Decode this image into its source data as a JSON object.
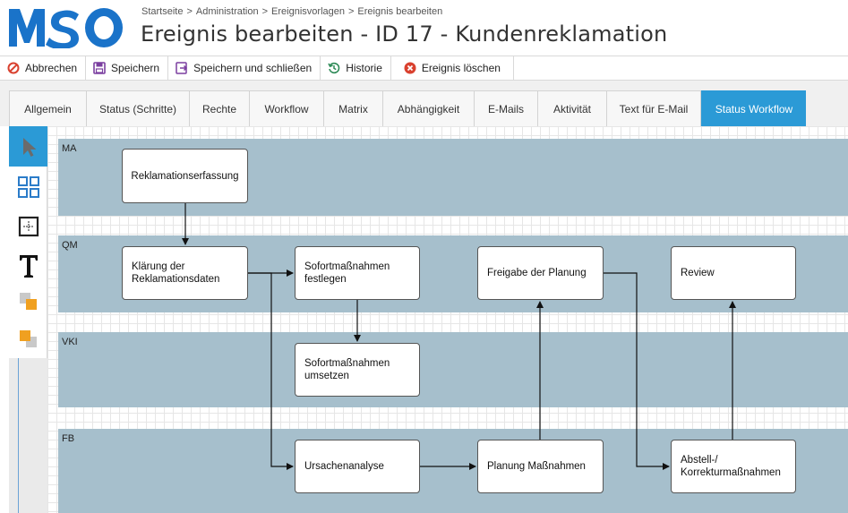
{
  "header": {
    "breadcrumb": [
      "Startseite",
      "Administration",
      "Ereignisvorlagen",
      "Ereignis bearbeiten"
    ],
    "breadcrumb_sep": ">",
    "title": "Ereignis bearbeiten - ID 17 - Kundenreklamation",
    "logo_text": "MSO",
    "brand_color": "#1a73c9"
  },
  "toolbar": {
    "cancel": "Abbrechen",
    "save": "Speichern",
    "save_close": "Speichern und schließen",
    "history": "Historie",
    "delete": "Ereignis löschen"
  },
  "tabs": [
    {
      "label": "Allgemein"
    },
    {
      "label": "Status (Schritte)"
    },
    {
      "label": "Rechte"
    },
    {
      "label": "Workflow"
    },
    {
      "label": "Matrix"
    },
    {
      "label": "Abhängigkeit"
    },
    {
      "label": "E-Mails"
    },
    {
      "label": "Aktivität"
    },
    {
      "label": "Text für E-Mail"
    },
    {
      "label": "Status Workflow",
      "active": true
    }
  ],
  "palette": [
    "pointer-icon",
    "grid-icon",
    "box-icon",
    "text-icon",
    "layers-icon",
    "layers-alt-icon"
  ],
  "lanes": [
    "MA",
    "QM",
    "VKI",
    "FB"
  ],
  "nodes": {
    "n1": "Reklamationserfassung",
    "n2": "Klärung der Reklamationsdaten",
    "n3": "Sofortmaßnahmen festlegen",
    "n4": "Freigabe der Planung",
    "n5": "Review",
    "n6": "Sofortmaßnahmen umsetzen",
    "n7": "Ursachenanalyse",
    "n8": "Planung Maßnahmen",
    "n9": "Abstell-/ Korrekturmaßnahmen"
  },
  "colors": {
    "accent": "#2b9ad6",
    "lane": "#a6bfcc",
    "cancel": "#d9412f",
    "save": "#7b3fa0",
    "history": "#2e8b57",
    "delete": "#d9412f"
  }
}
